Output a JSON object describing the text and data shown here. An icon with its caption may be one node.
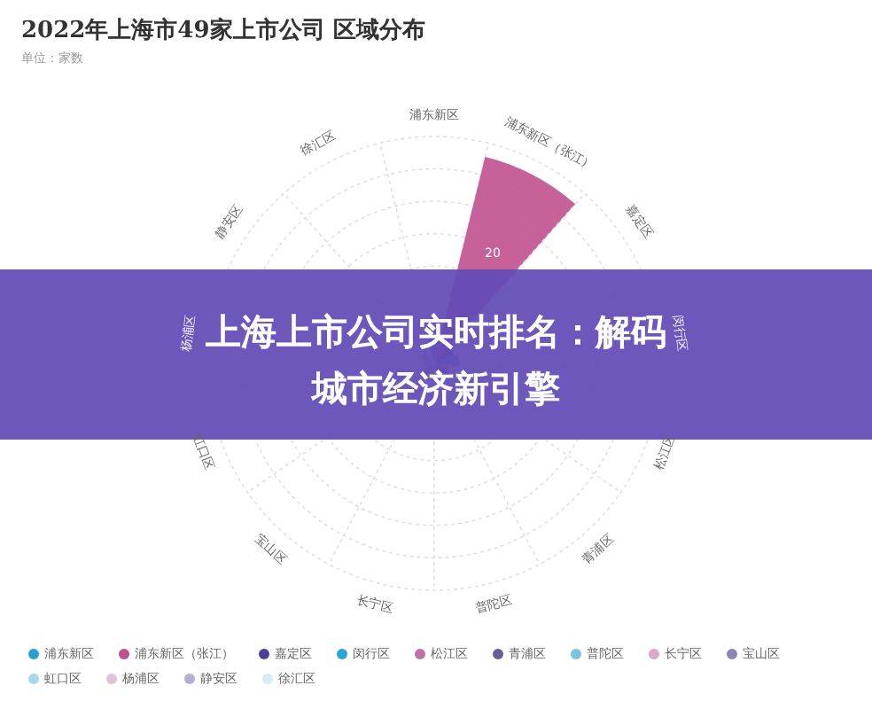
{
  "diagram": {
    "title": "2022年上海市49家上市公司 区域分布",
    "labels": [
      "单位：家数",
      "浦东新区",
      "浦东新区（张江）",
      "嘉定区",
      "闵行区",
      "松江区",
      "青浦区",
      "普陀区",
      "长宁区",
      "宝山区",
      "虹口区",
      "杨浦区",
      "静安区",
      "徐汇区",
      "20",
      "上海上市公司实时排名：解码城市经济新引擎"
    ],
    "legend": [
      {
        "text": "浦东新区",
        "color": "#2b9fd0"
      },
      {
        "text": "浦东新区（张江）",
        "color": "#c0508f"
      },
      {
        "text": "嘉定区",
        "color": "#4b3f9a"
      },
      {
        "text": "闵行区",
        "color": "#2aa6d6"
      },
      {
        "text": "松江区",
        "color": "#c071a8"
      },
      {
        "text": "青浦区",
        "color": "#6a5c9c"
      },
      {
        "text": "普陀区",
        "color": "#79c4df"
      },
      {
        "text": "长宁区",
        "color": "#d9a9c7"
      },
      {
        "text": "宝山区",
        "color": "#8e84b5"
      },
      {
        "text": "虹口区",
        "color": "#a8d8ea"
      },
      {
        "text": "杨浦区",
        "color": "#dcc4d4"
      },
      {
        "text": "静安区",
        "color": "#b2aed6"
      },
      {
        "text": "徐汇区",
        "color": "#d6ecf6"
      }
    ]
  }
}
